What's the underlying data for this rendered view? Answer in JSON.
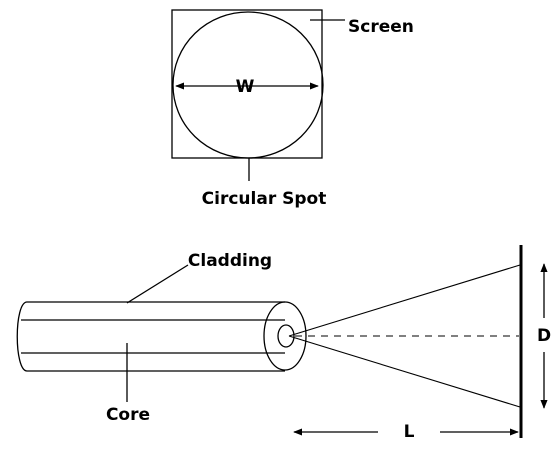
{
  "labels": {
    "screen": "Screen",
    "width": "W",
    "circular_spot": "Circular Spot",
    "cladding": "Cladding",
    "core": "Core",
    "diameter": "D",
    "length": "L"
  },
  "colors": {
    "line": "#000000",
    "background": "#ffffff"
  }
}
